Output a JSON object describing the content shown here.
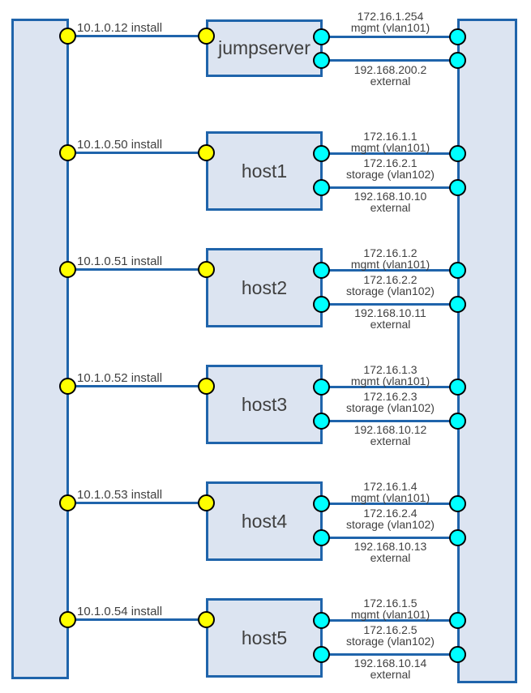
{
  "colors": {
    "line_blue": "#1f64ab",
    "shape_fill": "#dce4f1",
    "install_port_yellow": "#ffff00",
    "network_port_cyan": "#00ffff",
    "label_text": "#404040"
  },
  "rows": [
    {
      "name": "jumpserver",
      "install": "10.1.0.12 install",
      "nets": [
        {
          "ip": "172.16.1.254",
          "name": "mgmt (vlan101)"
        },
        {
          "ip": "192.168.200.2",
          "name": "external"
        }
      ]
    },
    {
      "name": "host1",
      "install": "10.1.0.50 install",
      "nets": [
        {
          "ip": "172.16.1.1",
          "name": "mgmt (vlan101)"
        },
        {
          "ip": "172.16.2.1",
          "name": "storage (vlan102)"
        },
        {
          "ip": "192.168.10.10",
          "name": "external"
        }
      ]
    },
    {
      "name": "host2",
      "install": "10.1.0.51 install",
      "nets": [
        {
          "ip": "172.16.1.2",
          "name": "mgmt (vlan101)"
        },
        {
          "ip": "172.16.2.2",
          "name": "storage (vlan102)"
        },
        {
          "ip": "192.168.10.11",
          "name": "external"
        }
      ]
    },
    {
      "name": "host3",
      "install": "10.1.0.52 install",
      "nets": [
        {
          "ip": "172.16.1.3",
          "name": "mgmt (vlan101)"
        },
        {
          "ip": "172.16.2.3",
          "name": "storage (vlan102)"
        },
        {
          "ip": "192.168.10.12",
          "name": "external"
        }
      ]
    },
    {
      "name": "host4",
      "install": "10.1.0.53 install",
      "nets": [
        {
          "ip": "172.16.1.4",
          "name": "mgmt (vlan101)"
        },
        {
          "ip": "172.16.2.4",
          "name": "storage (vlan102)"
        },
        {
          "ip": "192.168.10.13",
          "name": "external"
        }
      ]
    },
    {
      "name": "host5",
      "install": "10.1.0.54 install",
      "nets": [
        {
          "ip": "172.16.1.5",
          "name": "mgmt (vlan101)"
        },
        {
          "ip": "172.16.2.5",
          "name": "storage (vlan102)"
        },
        {
          "ip": "192.168.10.14",
          "name": "external"
        }
      ]
    }
  ]
}
